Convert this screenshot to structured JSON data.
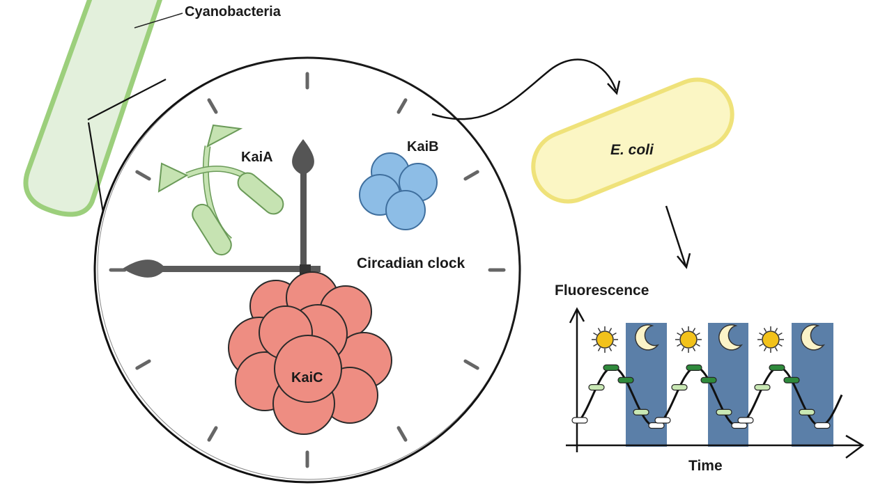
{
  "labels": {
    "cyanobacteria": "Cyanobacteria",
    "kaiA": "KaiA",
    "kaiB": "KaiB",
    "kaiC": "KaiC",
    "clock": "Circadian clock",
    "ecoli": "E. coli",
    "fluorescence": "Fluorescence",
    "time": "Time"
  },
  "colors": {
    "cyano_fill": "#e3f0dc",
    "cyano_stroke": "#9ccf7c",
    "kaiA_fill": "#c6e3b2",
    "kaiA_stroke": "#6a9a58",
    "kaiB_fill": "#8dbde6",
    "kaiB_stroke": "#3f6f9e",
    "kaiC_fill": "#ee8d82",
    "kaiC_stroke": "#2a2a2a",
    "ecoli_fill": "#fbf6c4",
    "ecoli_stroke": "#efe27a",
    "night_band": "#5b7fa8",
    "sun": "#f2c21b",
    "moon": "#fbf3c8",
    "marker_dark_green": "#2f8a3c",
    "marker_light_green": "#c9e8b4"
  },
  "fluorescence_plot": {
    "cycles": [
      {
        "day_icon": "sun-icon",
        "night_icon": "moon-icon"
      },
      {
        "day_icon": "sun-icon",
        "night_icon": "moon-icon"
      },
      {
        "day_icon": "sun-icon",
        "night_icon": "moon-icon"
      }
    ]
  }
}
